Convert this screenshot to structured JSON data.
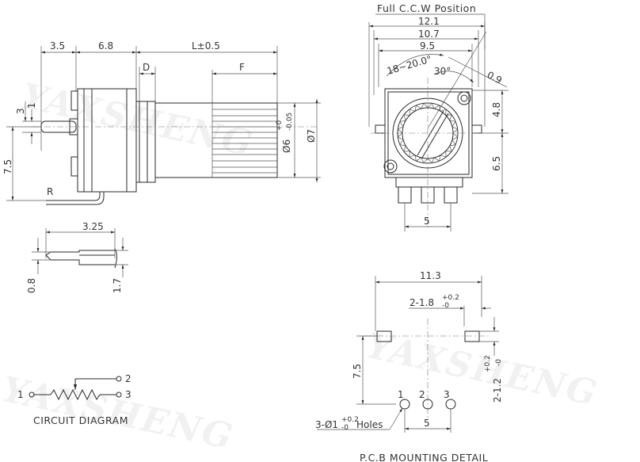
{
  "side_view": {
    "dim_top_1": "3.5",
    "dim_top_2": "6.8",
    "dim_length": "L±0.5",
    "label_d": "D",
    "label_f": "F",
    "dim_left_3": "3",
    "dim_left_1": "1",
    "dim_left_75": "7.5",
    "label_r": "R",
    "shaft_dia_main": "Ø6",
    "shaft_dia_tol_upper": "+0",
    "shaft_dia_tol_lower": "-0.05",
    "body_dia": "Ø7"
  },
  "terminal_detail": {
    "dim_width": "3.25",
    "dim_thickness": "0.8",
    "dim_height": "1.7"
  },
  "front_view": {
    "title": "Full C.C.W Position",
    "dim_121": "12.1",
    "dim_107": "10.7",
    "dim_95": "9.5",
    "angle_18": "18~20.0°",
    "angle_30": "30°",
    "dim_09": "0.9",
    "dim_48": "4.8",
    "dim_65": "6.5",
    "dim_5": "5"
  },
  "pcb_detail": {
    "title": "P.C.B MOUNTING DETAIL",
    "dim_113": "11.3",
    "slot_width_main": "2-1.8",
    "slot_width_tol_upper": "+0.2",
    "slot_width_tol_lower": "-0",
    "slot_height_main": "2-1.2",
    "slot_height_tol_upper": "+0.2",
    "slot_height_tol_lower": "-0",
    "dim_75": "7.5",
    "pin_labels": [
      "1",
      "2",
      "3"
    ],
    "holes_prefix": "3-Ø1",
    "holes_tol_upper": "+0.2",
    "holes_tol_lower": "-0",
    "holes_suffix": "Holes",
    "dim_5": "5"
  },
  "circuit": {
    "title": "CIRCUIT DIAGRAM",
    "pin_1": "1",
    "pin_2": "2",
    "pin_3": "3"
  },
  "watermark": {
    "text": "YAXSHENG"
  }
}
